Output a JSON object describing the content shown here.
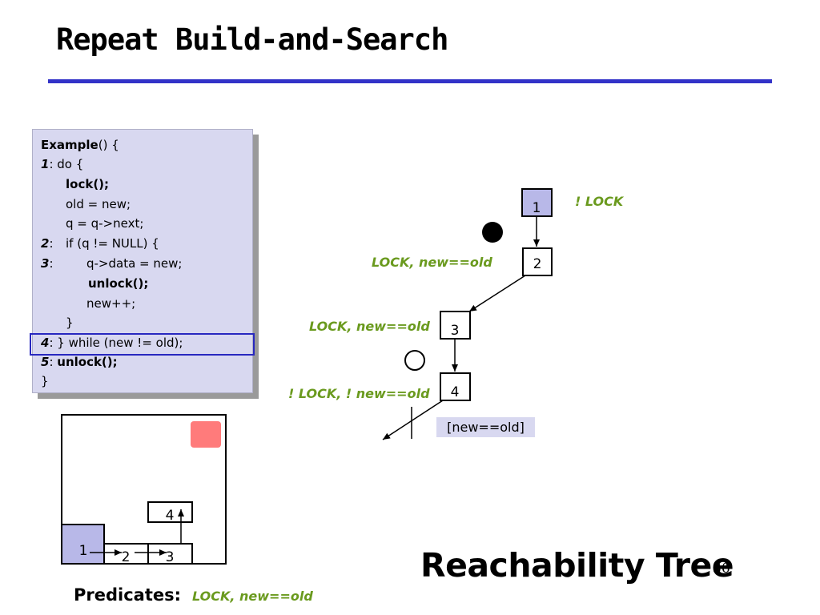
{
  "slide": {
    "title": "Repeat Build-and-Search",
    "page_number": "36"
  },
  "code": {
    "l1": {
      "a": "Example",
      "b": "() {"
    },
    "l2": {
      "num": "1",
      "rest": ": do {"
    },
    "l3": "lock();",
    "l4": "old = new;",
    "l5": "q = q->next;",
    "l6": {
      "num": "2",
      "colon": ":",
      "rest": "if (q != NULL) {"
    },
    "l7": {
      "num": "3",
      "colon": ":",
      "rest": "q->data = new;"
    },
    "l8": "unlock();",
    "l9": "new++;",
    "l10": "}",
    "l11": {
      "num": "4",
      "rest": ": } while (new != old);"
    },
    "l12": {
      "num": "5",
      "colon": ": ",
      "rest": "unlock();"
    },
    "l13": "}"
  },
  "tree": {
    "nodes": [
      "1",
      "2",
      "3",
      "4"
    ],
    "labels": {
      "n1": "! LOCK",
      "n2": "LOCK, new==old",
      "n3": "LOCK, new==old",
      "n4": "! LOCK, ! new==old"
    },
    "badge": "[new==old]",
    "caption": "Reachability Tree"
  },
  "mini_graph": {
    "nodes": [
      "1",
      "2",
      "3",
      "4"
    ]
  },
  "predicates": {
    "label": "Predicates:",
    "value": "LOCK, new==old"
  },
  "colors": {
    "accent_blue": "#3232c8",
    "code_bg": "#d8d8f0",
    "node_fill": "#b8b8e8",
    "green_text": "#6a9a1e",
    "error_red": "#ff7b7b"
  }
}
